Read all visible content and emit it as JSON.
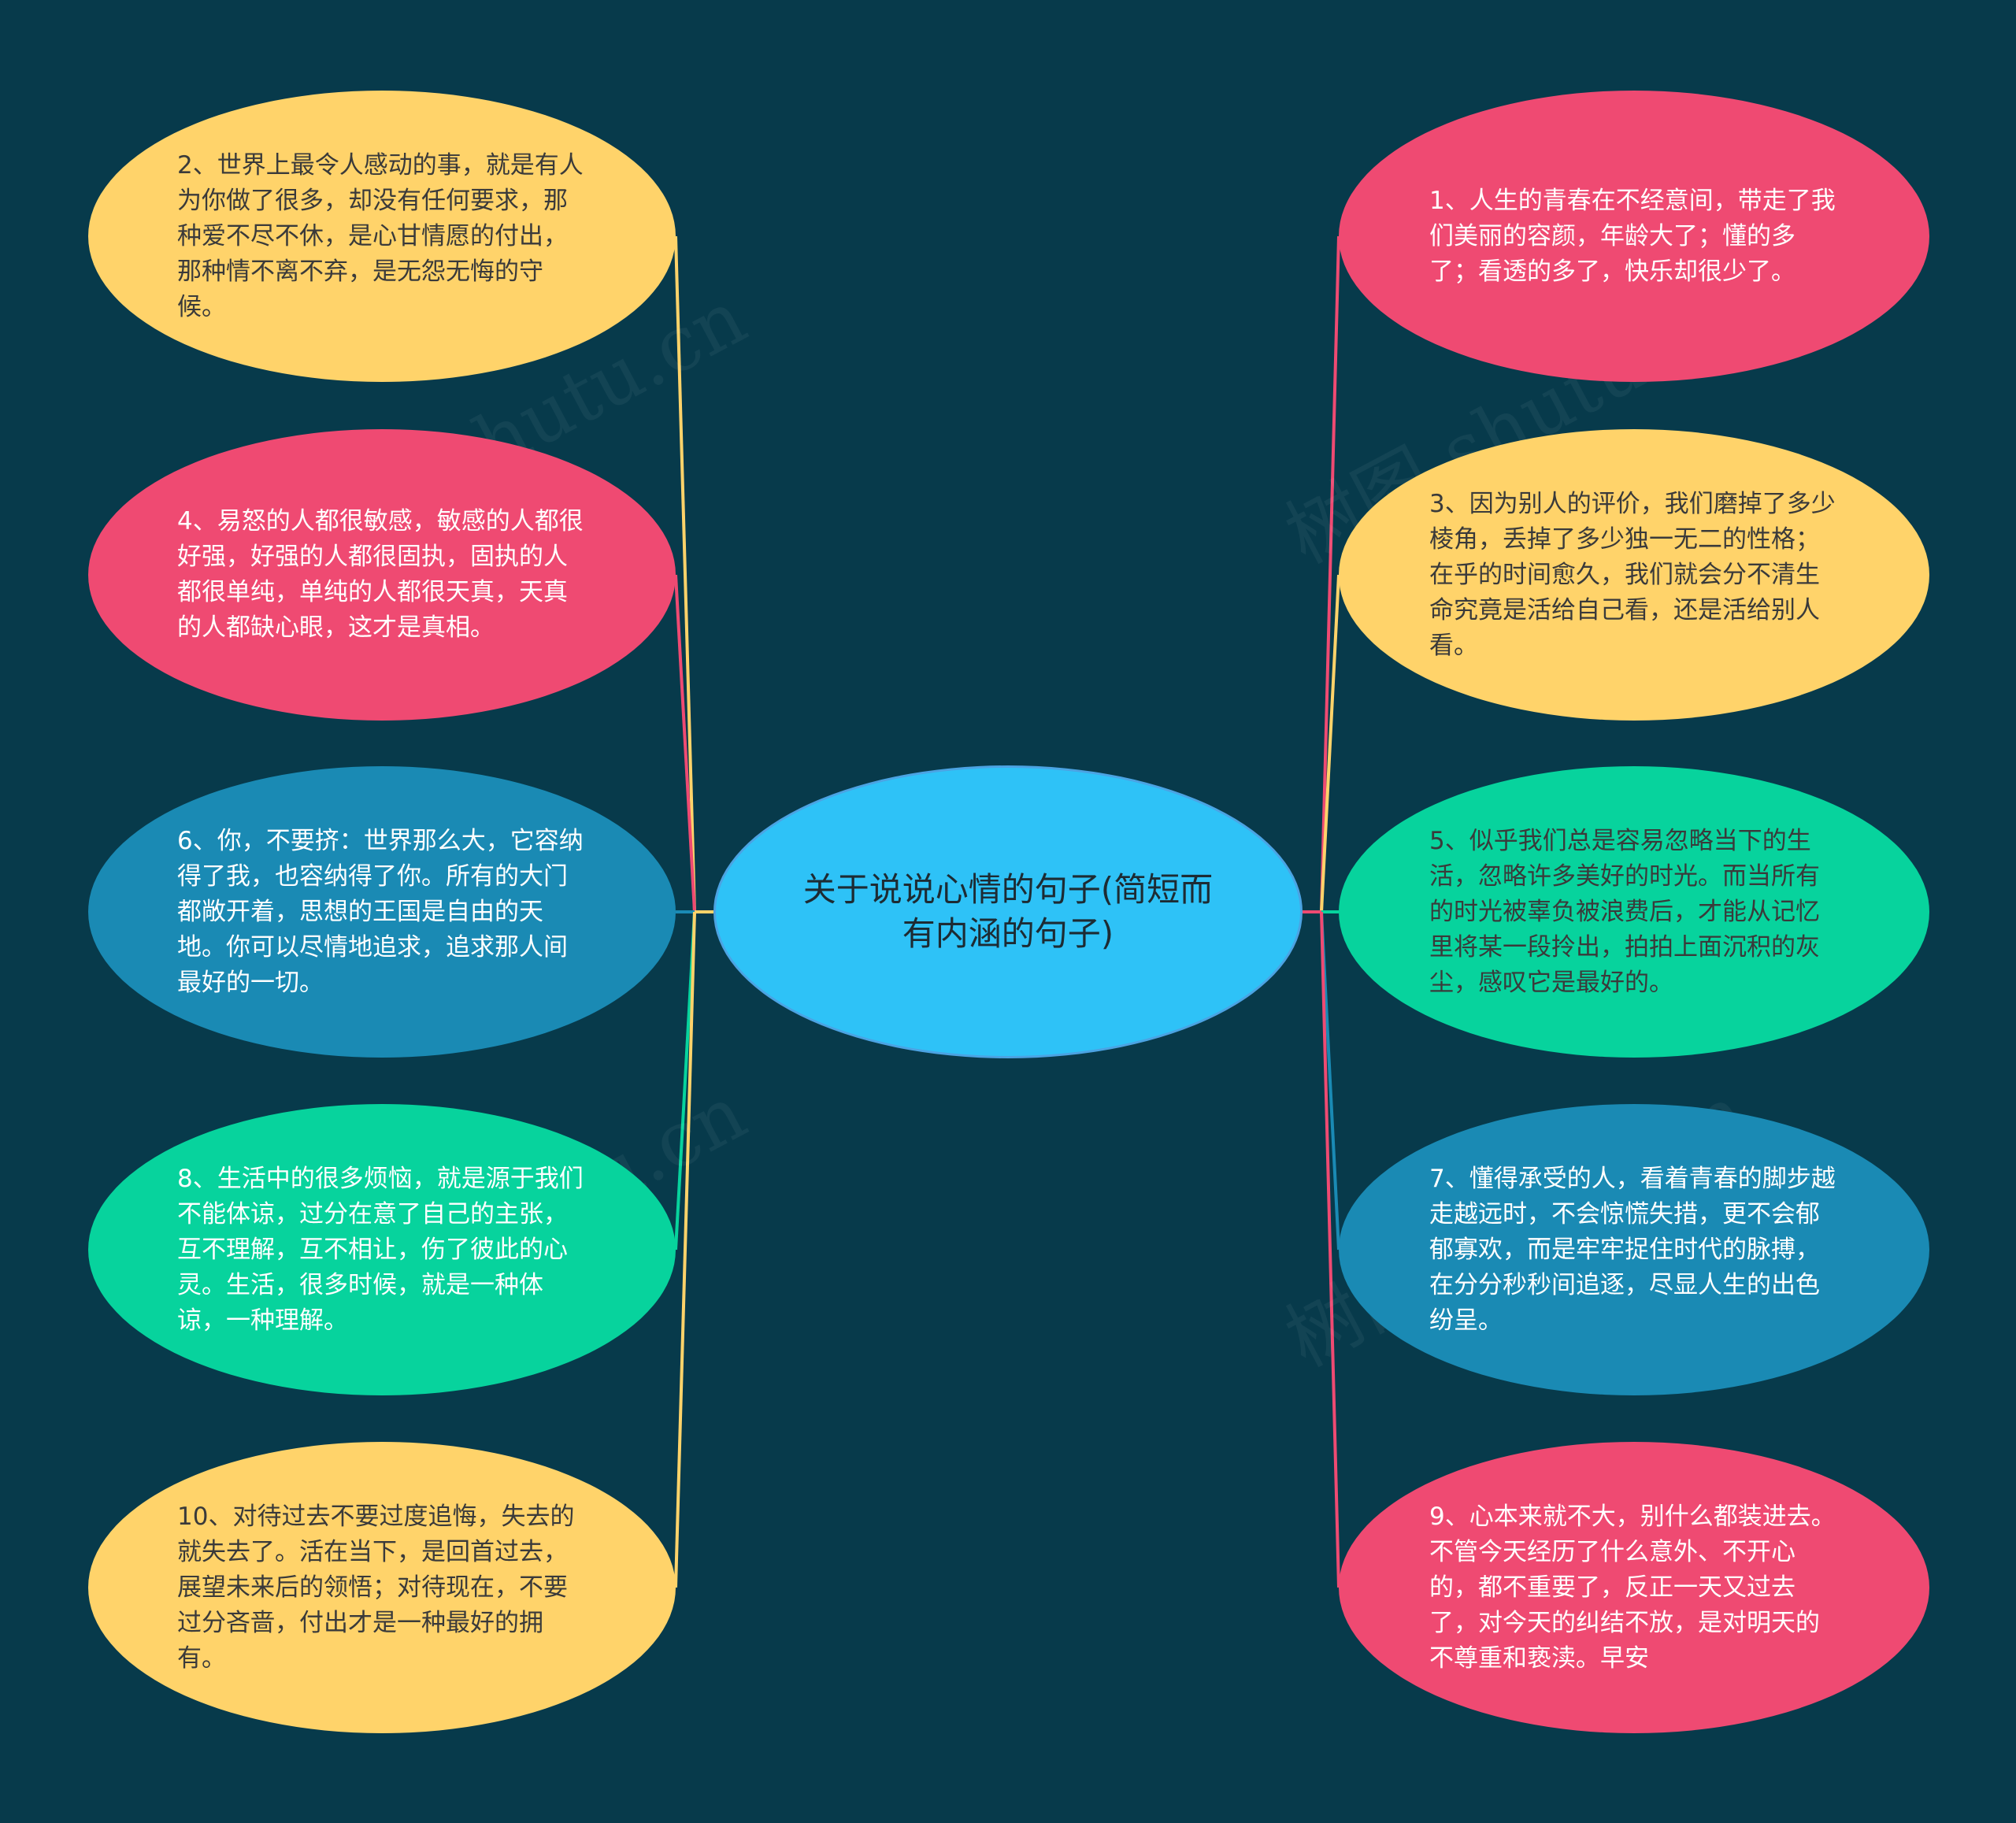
{
  "center": {
    "title": "关于说说心情的句子(简短而有内涵的句子)",
    "color": "#2EC2F7",
    "border": "#4BA3E3"
  },
  "watermark": "树图 shutu.cn",
  "nodes": [
    {
      "id": "n2",
      "side": "left",
      "text": "2、世界上最令人感动的事，就是有人为你做了很多，却没有任何要求，那种爱不尽不休，是心甘情愿的付出，那种情不离不弃，是无怨无悔的守候。",
      "fill": "#FFD36A",
      "line": "#FFD36A",
      "textColor": "#3a3a3a"
    },
    {
      "id": "n4",
      "side": "left",
      "text": "4、易怒的人都很敏感，敏感的人都很好强，好强的人都很固执，固执的人都很单纯，单纯的人都很天真，天真的人都缺心眼，这才是真相。",
      "fill": "#EF4A72",
      "line": "#EF4A72",
      "textColor": "#ffffff"
    },
    {
      "id": "n6",
      "side": "left",
      "text": "6、你，不要挤：世界那么大，它容纳得了我，也容纳得了你。所有的大门都敞开着，思想的王国是自由的天地。你可以尽情地追求，追求那人间最好的一切。",
      "fill": "#1A8AB4",
      "line": "#1A8AB4",
      "textColor": "#ffffff"
    },
    {
      "id": "n8",
      "side": "left",
      "text": "8、生活中的很多烦恼，就是源于我们不能体谅，过分在意了自己的主张，互不理解，互不相让，伤了彼此的心灵。生活，很多时候，就是一种体谅，一种理解。",
      "fill": "#07D39D",
      "line": "#07D39D",
      "textColor": "#ffffff"
    },
    {
      "id": "n10",
      "side": "left",
      "text": "10、对待过去不要过度追悔，失去的就失去了。活在当下，是回首过去，展望未来后的领悟；对待现在，不要过分吝啬，付出才是一种最好的拥有。",
      "fill": "#FFD36A",
      "line": "#FFD36A",
      "textColor": "#3a3a3a"
    },
    {
      "id": "n1",
      "side": "right",
      "text": "1、人生的青春在不经意间，带走了我们美丽的容颜，年龄大了；懂的多了；看透的多了，快乐却很少了。",
      "fill": "#EF4A72",
      "line": "#EF4A72",
      "textColor": "#ffffff"
    },
    {
      "id": "n3",
      "side": "right",
      "text": "3、因为别人的评价，我们磨掉了多少棱角，丢掉了多少独一无二的性格；在乎的时间愈久，我们就会分不清生命究竟是活给自己看，还是活给别人看。",
      "fill": "#FFD36A",
      "line": "#FFD36A",
      "textColor": "#3a3a3a"
    },
    {
      "id": "n5",
      "side": "right",
      "text": "5、似乎我们总是容易忽略当下的生活，忽略许多美好的时光。而当所有的时光被辜负被浪费后，才能从记忆里将某一段拎出，拍拍上面沉积的灰尘，感叹它是最好的。",
      "fill": "#07D39D",
      "line": "#07D39D",
      "textColor": "#3a3a3a"
    },
    {
      "id": "n7",
      "side": "right",
      "text": "7、懂得承受的人，看着青春的脚步越走越远时，不会惊慌失措，更不会郁郁寡欢，而是牢牢捉住时代的脉搏，在分分秒秒间追逐，尽显人生的出色纷呈。",
      "fill": "#1A8AB4",
      "line": "#1A8AB4",
      "textColor": "#ffffff"
    },
    {
      "id": "n9",
      "side": "right",
      "text": "9、心本来就不大，别什么都装进去。不管今天经历了什么意外、不开心的，都不重要了，反正一天又过去了，对今天的纠结不放，是对明天的不尊重和亵渎。早安",
      "fill": "#EF4A72",
      "line": "#EF4A72",
      "textColor": "#ffffff"
    }
  ]
}
